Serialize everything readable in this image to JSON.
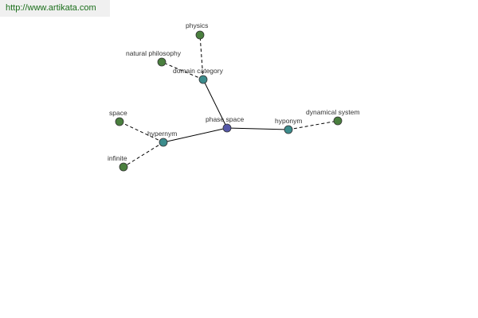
{
  "site_url": "http://www.artikata.com",
  "colors": {
    "root_node": "#5558a8",
    "relation_node": "#3c8c8c",
    "leaf_node": "#4a7f3e",
    "edge": "#000000",
    "banner_text": "#1a6e1a"
  },
  "graph": {
    "root": {
      "label": "phase space"
    },
    "relations": [
      {
        "id": "domain-category",
        "label": "domain category"
      },
      {
        "id": "hypernym",
        "label": "hypernym"
      },
      {
        "id": "hyponym",
        "label": "hyponym"
      }
    ],
    "leaves": [
      {
        "id": "physics",
        "label": "physics",
        "relation": "domain-category"
      },
      {
        "id": "natural-philosophy",
        "label": "natural philosophy",
        "relation": "domain-category"
      },
      {
        "id": "space",
        "label": "space",
        "relation": "hypernym"
      },
      {
        "id": "infinite",
        "label": "infinite",
        "relation": "hypernym"
      },
      {
        "id": "dynamical-system",
        "label": "dynamical system",
        "relation": "hyponym"
      }
    ]
  }
}
